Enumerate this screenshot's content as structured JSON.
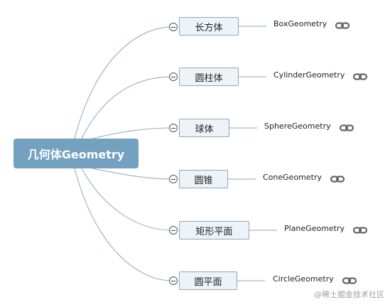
{
  "root": {
    "label": "几何体Geometry"
  },
  "branches": [
    {
      "label": "长方体",
      "leaf": "BoxGeometry"
    },
    {
      "label": "圆柱体",
      "leaf": "CylinderGeometry"
    },
    {
      "label": "球体",
      "leaf": "SphereGeometry"
    },
    {
      "label": "圆锥",
      "leaf": "ConeGeometry"
    },
    {
      "label": "矩形平面",
      "leaf": "PlaneGeometry"
    },
    {
      "label": "圆平面",
      "leaf": "CircleGeometry"
    }
  ],
  "icons": {
    "collapse": "collapse-minus-icon",
    "link": "link-icon"
  },
  "colors": {
    "root_bg": "#73a1bf",
    "node_bg": "#eef3f7",
    "line": "#8aa9c0"
  },
  "watermark": "@稀土掘金技术社区"
}
